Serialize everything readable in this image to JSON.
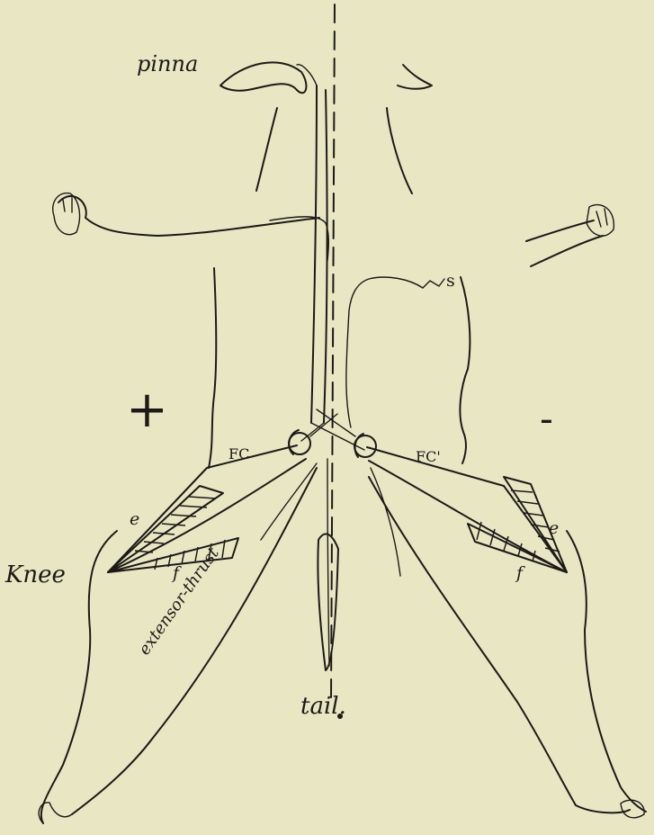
{
  "labels": {
    "pinna": "pinna",
    "s": "s",
    "plus": "+",
    "minus": "-",
    "fc": "FC",
    "fc_prime": "FC'",
    "e_left": "e",
    "e_right": "e",
    "f_left": "f",
    "f_right": "f",
    "knee": "Knee",
    "extensor_thrust": "extensor-thrust",
    "tail": "tail."
  },
  "colors": {
    "paper": "#e9e6c4",
    "ink": "#1c1a17"
  }
}
